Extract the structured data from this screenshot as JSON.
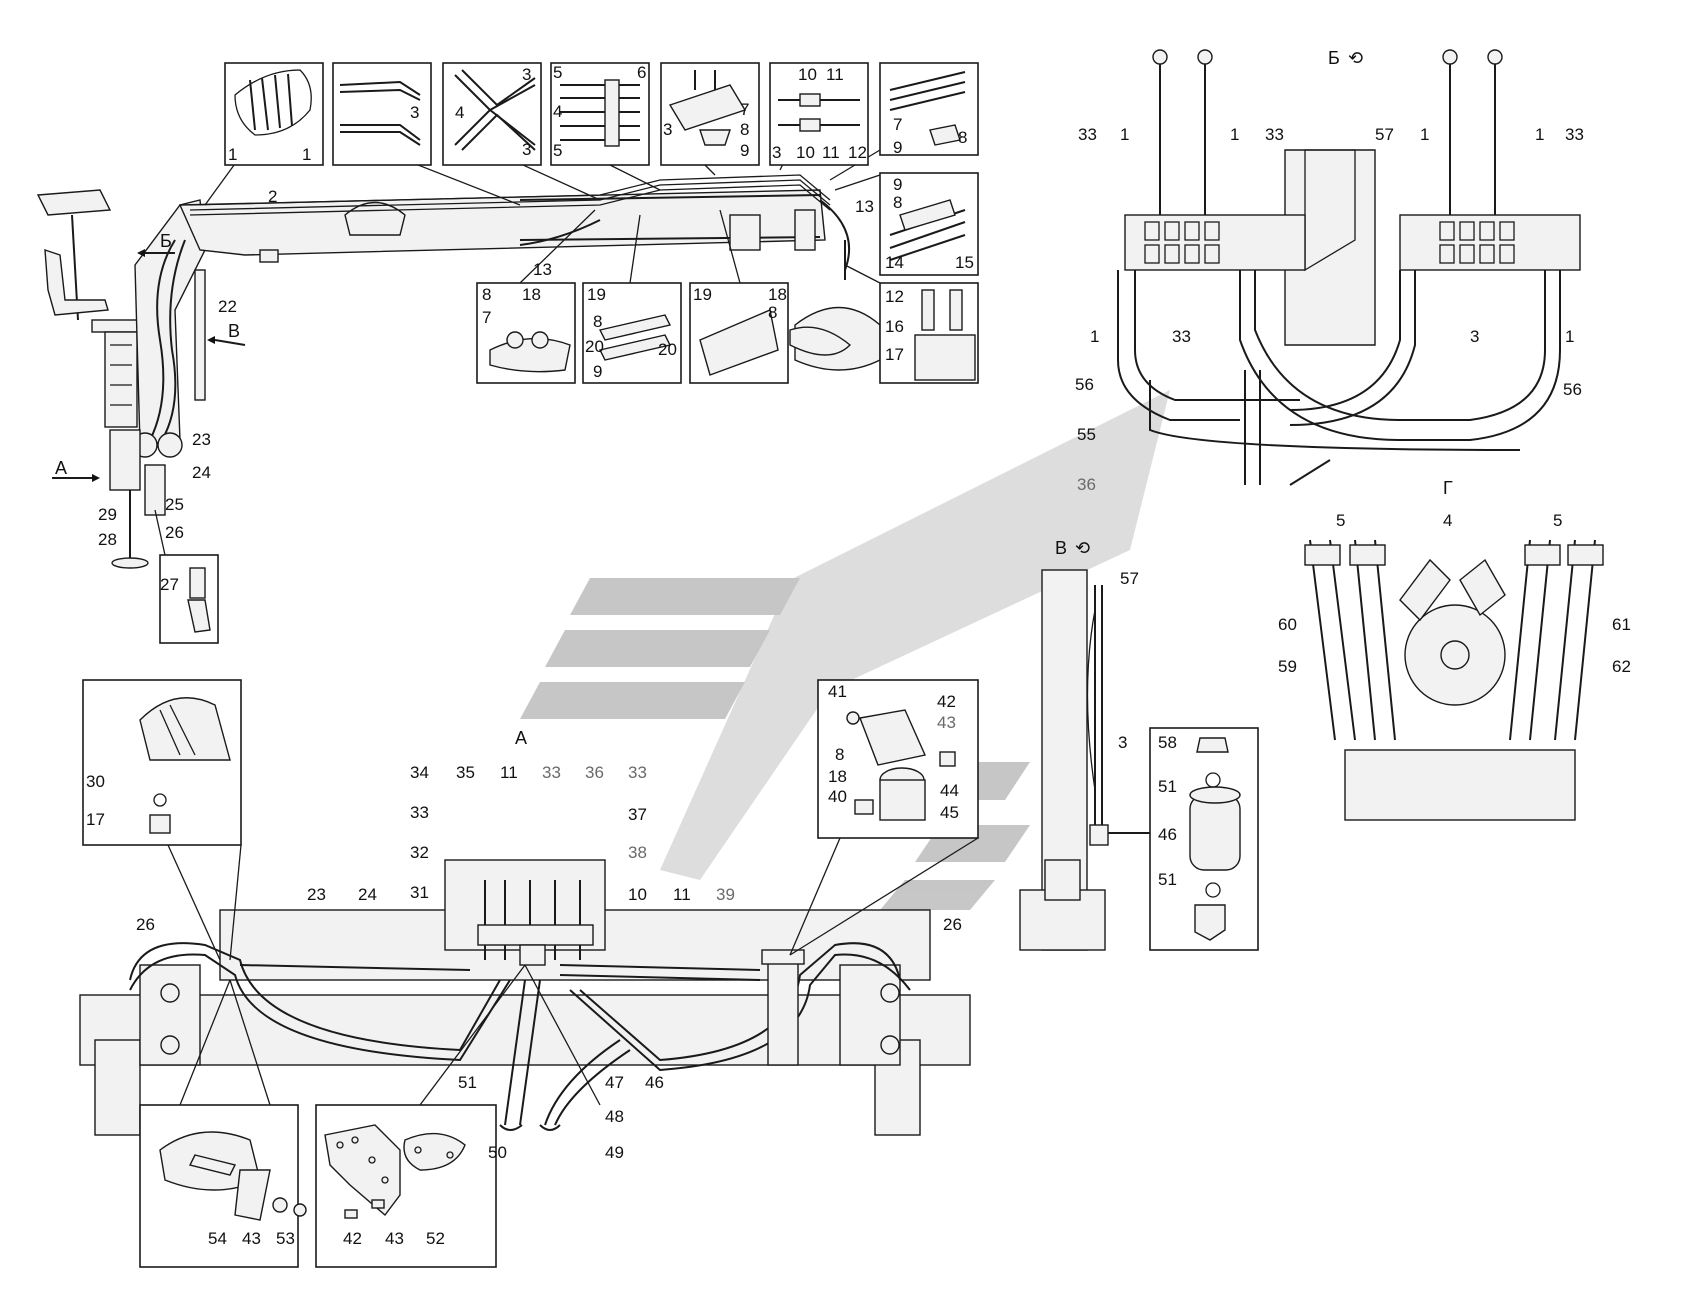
{
  "view_labels": {
    "A_main": "А",
    "A_arrow": "А",
    "B_arrow": "Б",
    "V_arrow": "В",
    "B_view": "Б",
    "V_view": "В",
    "G_view": "Г"
  },
  "labels": {
    "d1_1a": "1",
    "d1_1b": "1",
    "d2_3": "3",
    "d3_3a": "3",
    "d3_4": "4",
    "d3_3b": "3",
    "d4_5a": "5",
    "d4_6": "6",
    "d4_4": "4",
    "d4_5b": "5",
    "d5_3": "3",
    "d5_7": "7",
    "d5_8": "8",
    "d5_9": "9",
    "d6_10a": "10",
    "d6_11a": "11",
    "d6_3": "3",
    "d6_10b": "10",
    "d6_11b": "11",
    "d6_12": "12",
    "d7_7": "7",
    "d7_8": "8",
    "d7_9": "9",
    "d8_9": "9",
    "d8_8": "8",
    "d8_14": "14",
    "d8_15": "15",
    "d9_8": "8",
    "d9_18": "18",
    "d9_7": "7",
    "d10_19": "19",
    "d10_8": "8",
    "d10_20a": "20",
    "d10_20b": "20",
    "d10_9": "9",
    "d11_19": "19",
    "d11_18": "18",
    "d11_8": "8",
    "d12_12": "12",
    "d12_16": "16",
    "d12_17": "17",
    "crane_2": "2",
    "crane_13a": "13",
    "crane_13b": "13",
    "crane_22": "22",
    "crane_23": "23",
    "crane_24": "24",
    "crane_25": "25",
    "crane_26": "26",
    "crane_29": "29",
    "crane_28": "28",
    "d27_27": "27",
    "vb_33a": "33",
    "vb_1a": "1",
    "vb_1b": "1",
    "vb_33b": "33",
    "vb_57": "57",
    "vb_1c": "1",
    "vb_1d": "1",
    "vb_33c": "33",
    "vb_1e": "1",
    "vb_33d": "33",
    "vb_3": "3",
    "vb_1f": "1",
    "vb_56a": "56",
    "vb_56b": "56",
    "vb_55": "55",
    "vb_36": "36",
    "vg_5a": "5",
    "vg_4": "4",
    "vg_5b": "5",
    "vg_60": "60",
    "vg_59": "59",
    "vg_61": "61",
    "vg_62": "62",
    "vv_57": "57",
    "vv_3": "3",
    "vv_58": "58",
    "vv_51a": "51",
    "vv_46": "46",
    "vv_51b": "51",
    "dl_30": "30",
    "dl_17": "17",
    "da_41": "41",
    "da_42": "42",
    "da_43": "43",
    "da_8": "8",
    "da_18": "18",
    "da_44": "44",
    "da_40": "40",
    "da_45": "45",
    "va_34": "34",
    "va_35": "35",
    "va_11a": "11",
    "va_33a": "33",
    "va_36": "36",
    "va_33b": "33",
    "va_33c": "33",
    "va_37": "37",
    "va_32": "32",
    "va_38": "38",
    "va_31": "31",
    "va_10": "10",
    "va_11b": "11",
    "va_39": "39",
    "va_23": "23",
    "va_24": "24",
    "va_26a": "26",
    "va_26b": "26",
    "va_51": "51",
    "va_47": "47",
    "va_46": "46",
    "va_48": "48",
    "va_50": "50",
    "va_49": "49",
    "db1_54": "54",
    "db1_43": "43",
    "db1_53": "53",
    "db2_42": "42",
    "db2_43": "43",
    "db2_52": "52"
  },
  "colors": {
    "line": "#1a1a1a",
    "watermark": "#b8b8b8",
    "grey_label": "#6a6a6a"
  }
}
